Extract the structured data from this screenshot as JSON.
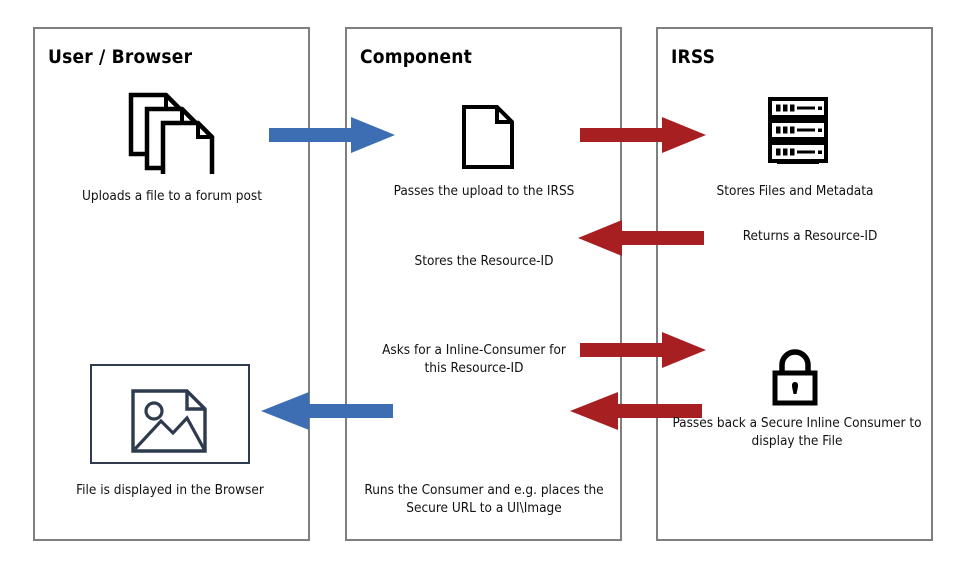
{
  "diagram": {
    "title_lane_user": "User / Browser",
    "title_lane_component": "Component",
    "title_lane_irss": "IRSS",
    "colors": {
      "blue_arrow": "#3d6eb4",
      "red_arrow": "#a81f22",
      "lane_border": "#7f7f7f",
      "icon_black": "#000000",
      "image_icon": "#2e3a4d",
      "text": "#111111"
    }
  },
  "lanes": [
    {
      "id": "user-browser",
      "title": "User / Browser",
      "captions": [
        "Uploads a file to a forum post",
        "File is displayed in the Browser"
      ],
      "icons": [
        "document-stack-icon",
        "image-placeholder-icon"
      ]
    },
    {
      "id": "component",
      "title": "Component",
      "captions": [
        "Passes the upload to the IRSS",
        "Stores the Resource-ID",
        "Asks for a Inline-Consumer for\nthis Resource-ID",
        "Runs the Consumer and e.g. places the\nSecure URL to a UI\\Image"
      ],
      "icons": [
        "document-icon"
      ]
    },
    {
      "id": "irss",
      "title": "IRSS",
      "captions": [
        "Stores Files and Metadata",
        "Returns a Resource-ID",
        "Passes back a Secure Inline Consumer to\ndisplay the File"
      ],
      "icons": [
        "server-rack-icon",
        "lock-icon"
      ]
    }
  ],
  "arrows": [
    {
      "id": "upload-to-component",
      "color": "#3d6eb4",
      "direction": "right",
      "from": "user-browser",
      "to": "component"
    },
    {
      "id": "component-to-irss-store",
      "color": "#a81f22",
      "direction": "right",
      "from": "component",
      "to": "irss"
    },
    {
      "id": "irss-returns-resource-id",
      "color": "#a81f22",
      "direction": "left",
      "from": "irss",
      "to": "component"
    },
    {
      "id": "component-asks-consumer",
      "color": "#a81f22",
      "direction": "right",
      "from": "component",
      "to": "irss"
    },
    {
      "id": "irss-passes-consumer",
      "color": "#a81f22",
      "direction": "left",
      "from": "irss",
      "to": "component"
    },
    {
      "id": "component-to-browser-display",
      "color": "#3d6eb4",
      "direction": "left",
      "from": "component",
      "to": "user-browser"
    }
  ],
  "captions": {
    "uploads_file": "Uploads a file to a forum post",
    "passes_upload": "Passes the upload to the IRSS",
    "stores_files": "Stores Files and Metadata",
    "returns_resource_id": "Returns a Resource-ID",
    "stores_resource_id": "Stores the Resource-ID",
    "asks_inline_consumer": "Asks for a Inline-Consumer for\nthis Resource-ID",
    "passes_back_consumer": "Passes back a Secure Inline Consumer to\ndisplay the File",
    "file_displayed": "File is displayed in the Browser",
    "runs_consumer": "Runs the Consumer and e.g. places the\nSecure URL to a UI\\Image"
  }
}
